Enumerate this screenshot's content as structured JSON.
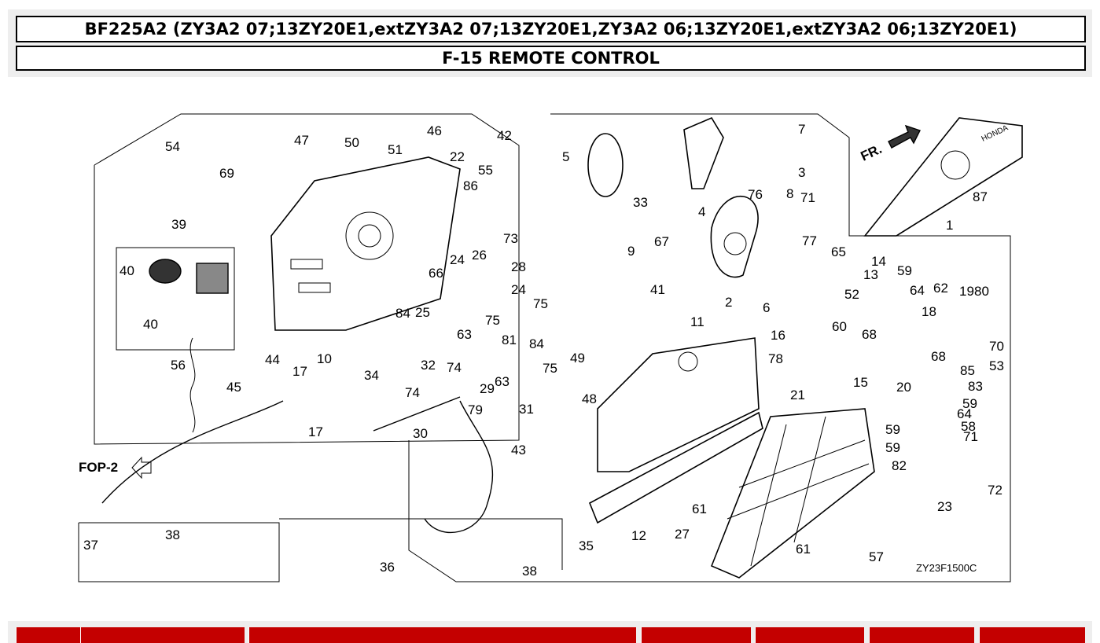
{
  "header": {
    "model_line": "BF225A2 (ZY3A2 07;13ZY20E1,extZY3A2 07;13ZY20E1,ZY3A2 06;13ZY20E1,extZY3A2 06;13ZY20E1)",
    "section_title": "F-15 REMOTE CONTROL"
  },
  "diagram": {
    "drawing_code": "ZY23F1500C",
    "front_marker": "FR.",
    "cross_ref": "FOP-2",
    "brand_text": "HONDA",
    "callouts": [
      "1",
      "2",
      "3",
      "4",
      "5",
      "6",
      "7",
      "8",
      "9",
      "10",
      "11",
      "12",
      "13",
      "14",
      "15",
      "16",
      "17",
      "17b",
      "18",
      "19",
      "20",
      "21",
      "22",
      "23",
      "24",
      "24b",
      "25",
      "26",
      "27",
      "28",
      "29",
      "30",
      "31",
      "32",
      "33",
      "34",
      "35",
      "36",
      "37",
      "38",
      "38b",
      "39",
      "40",
      "40b",
      "41",
      "42",
      "43",
      "44",
      "45",
      "46",
      "47",
      "48",
      "49",
      "50",
      "51",
      "52",
      "53",
      "54",
      "55",
      "56",
      "57",
      "58",
      "59",
      "59b",
      "59c",
      "59d",
      "60",
      "61",
      "61b",
      "62",
      "63",
      "63b",
      "64",
      "64b",
      "65",
      "66",
      "67",
      "68",
      "68b",
      "69",
      "70",
      "71",
      "71b",
      "72",
      "73",
      "74",
      "74b",
      "75",
      "75b",
      "75c",
      "76",
      "77",
      "78",
      "79",
      "80",
      "81",
      "82",
      "83",
      "84",
      "84b",
      "85",
      "86",
      "87"
    ],
    "labels": {
      "1": "1",
      "2": "2",
      "3": "3",
      "4": "4",
      "5": "5",
      "6": "6",
      "7": "7",
      "8": "8",
      "9": "9",
      "10": "10",
      "11": "11",
      "12": "12",
      "13": "13",
      "14": "14",
      "15": "15",
      "16": "16",
      "17": "17",
      "17b": "17",
      "18": "18",
      "19": "19",
      "20": "20",
      "21": "21",
      "22": "22",
      "23": "23",
      "24": "24",
      "24b": "24",
      "25": "25",
      "26": "26",
      "27": "27",
      "28": "28",
      "29": "29",
      "30": "30",
      "31": "31",
      "32": "32",
      "33": "33",
      "34": "34",
      "35": "35",
      "36": "36",
      "37": "37",
      "38": "38",
      "38b": "38",
      "39": "39",
      "40": "40",
      "40b": "40",
      "41": "41",
      "42": "42",
      "43": "43",
      "44": "44",
      "45": "45",
      "46": "46",
      "47": "47",
      "48": "48",
      "49": "49",
      "50": "50",
      "51": "51",
      "52": "52",
      "53": "53",
      "54": "54",
      "55": "55",
      "56": "56",
      "57": "57",
      "58": "58",
      "59": "59",
      "59b": "59",
      "59c": "59",
      "59d": "59",
      "60": "60",
      "61": "61",
      "61b": "61",
      "62": "62",
      "63": "63",
      "63b": "63",
      "64": "64",
      "64b": "64",
      "65": "65",
      "66": "66",
      "67": "67",
      "68": "68",
      "68b": "68",
      "69": "69",
      "70": "70",
      "71": "71",
      "71b": "71",
      "72": "72",
      "73": "73",
      "74": "74",
      "74b": "74",
      "75": "75",
      "75b": "75",
      "75c": "75",
      "76": "76",
      "77": "77",
      "78": "78",
      "79": "79",
      "80": "80",
      "81": "81",
      "82": "82",
      "83": "83",
      "84": "84",
      "84b": "84",
      "85": "85",
      "86": "86",
      "87": "87"
    }
  }
}
